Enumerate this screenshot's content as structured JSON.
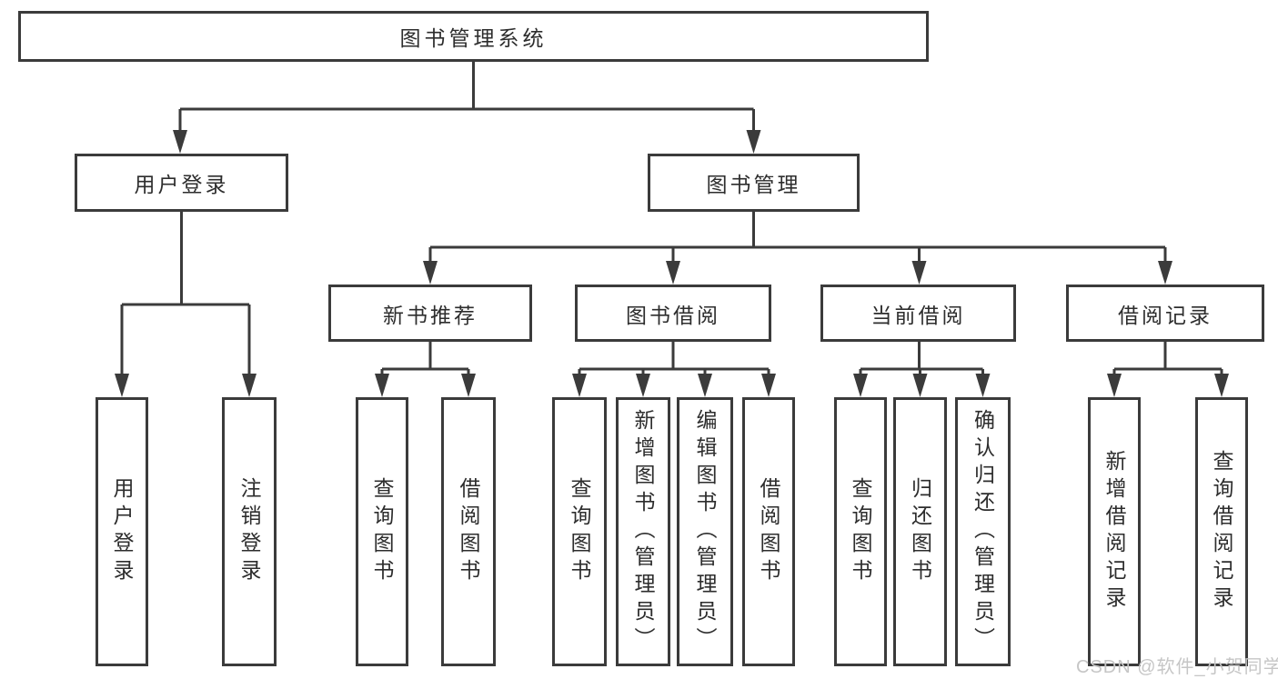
{
  "diagram": {
    "title": "图书管理系统",
    "level2": {
      "user_login": "用户登录",
      "book_management": "图书管理"
    },
    "level3": {
      "new_book_recommend": "新书推荐",
      "book_borrow": "图书借阅",
      "current_borrow": "当前借阅",
      "borrow_records": "借阅记录"
    },
    "leaves": {
      "user_login": [
        "用户登录",
        "注销登录"
      ],
      "new_book_recommend": [
        "查询图书",
        "借阅图书"
      ],
      "book_borrow": [
        "查询图书",
        "新增图书（管理员）",
        "编辑图书（管理员）",
        "借阅图书"
      ],
      "current_borrow": [
        "查询图书",
        "归还图书",
        "确认归还（管理员）"
      ],
      "borrow_records": [
        "新增借阅记录",
        "查询借阅记录"
      ]
    }
  },
  "watermark": "CSDN @软件_小贺同学",
  "colors": {
    "line": "#3b3b3b",
    "text": "#2d2d2d",
    "watermark": "#c6c6c6",
    "background": "#ffffff"
  }
}
